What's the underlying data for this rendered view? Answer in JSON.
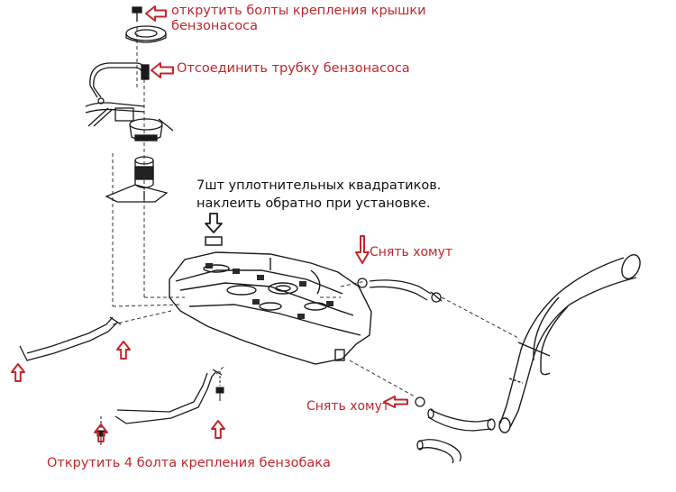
{
  "colors": {
    "annotation": "#c0262c",
    "note": "#111111",
    "drawing": "#1a1a1a",
    "arrow": "#c0262c"
  },
  "labels": {
    "cap_bolts": {
      "line1": "открутить болты крепления крышки",
      "line2": "бензонасоса"
    },
    "pump_tube": "Отсоединить трубку бензонасоса",
    "seals": {
      "line1": "7шт уплотнительных квадратиков.",
      "line2": "наклеить обратно при установке."
    },
    "clamp_upper": "Снять хомут",
    "clamp_lower": "Снять хомут",
    "tank_bolts": "Открутить 4 болта крепления бензобака"
  }
}
